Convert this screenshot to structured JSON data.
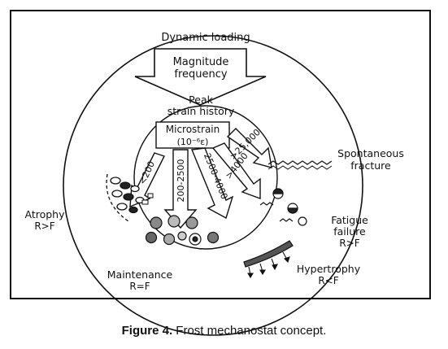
{
  "diagram": {
    "top_label": "Dynamic loading",
    "input_arrow": {
      "line1": "Magnitude",
      "line2": "frequency"
    },
    "peak_strain": {
      "line1": "Peak",
      "line2": "strain history"
    },
    "microstrain": {
      "line1": "Microstrain",
      "line2": "(10⁻⁶ε)"
    },
    "ranges": [
      "<200",
      "200-2500",
      "2500-4000",
      ">4000",
      ">25,000"
    ],
    "outcomes": {
      "spontaneous": {
        "line1": "Spontaneous",
        "line2": "fracture"
      },
      "atrophy": {
        "line1": "Atrophy",
        "line2": "R>F"
      },
      "fatigue": {
        "line1": "Fatigue",
        "line2": "failure",
        "line3": "R>F"
      },
      "maintenance": {
        "line1": "Maintenance",
        "line2": "R=F"
      },
      "hypertrophy": {
        "line1": "Hypertrophy",
        "line2": "R<F"
      }
    }
  },
  "caption": {
    "label": "Figure 4.",
    "text": " Frost mechanostat concept."
  }
}
